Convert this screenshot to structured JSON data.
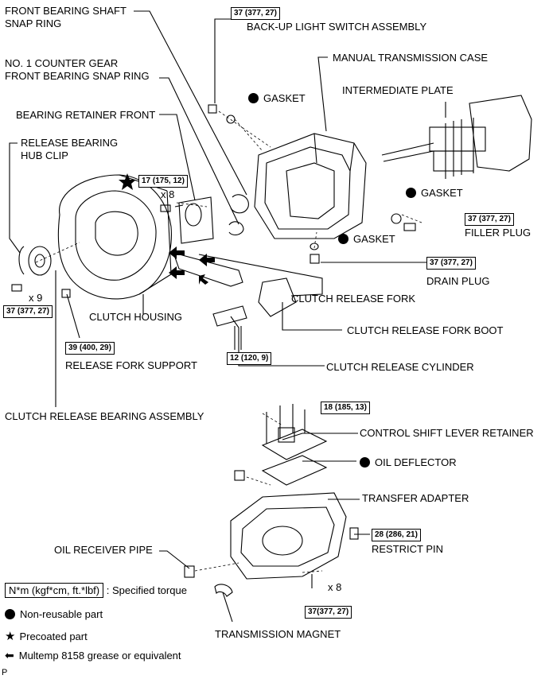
{
  "labels": {
    "front_bearing_shaft_snap_ring": [
      "FRONT BEARING SHAFT",
      "SNAP RING"
    ],
    "back_up_light_switch_assembly": "BACK-UP LIGHT SWITCH ASSEMBLY",
    "no1_counter_gear_snap_ring": [
      "NO. 1 COUNTER GEAR",
      "FRONT BEARING SNAP RING"
    ],
    "manual_transmission_case": "MANUAL TRANSMISSION CASE",
    "gasket_1": "GASKET",
    "intermediate_plate": "INTERMEDIATE PLATE",
    "bearing_retainer_front": "BEARING RETAINER FRONT",
    "release_bearing_hub_clip": [
      "RELEASE BEARING",
      "HUB CLIP"
    ],
    "gasket_2": "GASKET",
    "filler_plug": "FILLER PLUG",
    "gasket_3": "GASKET",
    "drain_plug": "DRAIN PLUG",
    "clutch_release_fork": "CLUTCH RELEASE FORK",
    "clutch_housing": "CLUTCH HOUSING",
    "clutch_release_fork_boot": "CLUTCH RELEASE FORK BOOT",
    "release_fork_support": "RELEASE FORK SUPPORT",
    "clutch_release_cylinder": "CLUTCH RELEASE CYLINDER",
    "clutch_release_bearing_assembly": "CLUTCH RELEASE BEARING ASSEMBLY",
    "control_shift_lever_retainer": "CONTROL SHIFT LEVER RETAINER",
    "oil_deflector": "OIL DEFLECTOR",
    "transfer_adapter": "TRANSFER ADAPTER",
    "restrict_pin": "RESTRICT PIN",
    "oil_receiver_pipe": "OIL RECEIVER PIPE",
    "transmission_magnet": "TRANSMISSION MAGNET"
  },
  "torques": {
    "back_up_light": "37 (377, 27)",
    "bearing_retainer_bolts": "17 (175, 12)",
    "filler_plug": "37 (377, 27)",
    "drain_plug": "37 (377, 27)",
    "housing_bolts": "37 (377, 27)",
    "release_fork_support": "39 (400, 29)",
    "release_cylinder": "12 (120, 9)",
    "shift_retainer_bolts": "18 (185, 13)",
    "restrict_pin": "28 (286, 21)",
    "adapter_bolts": "37(377, 27)"
  },
  "quantities": {
    "bearing_retainer_bolts": "x 8",
    "housing_bolts": "x 9",
    "adapter_bolts": "x 8"
  },
  "legend": {
    "torque_box": "N*m (kgf*cm, ft.*lbf)",
    "torque_text": ": Specified torque",
    "non_reusable": "Non-reusable part",
    "precoated": "Precoated part",
    "grease": "Multemp 8158 grease or equivalent"
  },
  "corner_code": "P"
}
